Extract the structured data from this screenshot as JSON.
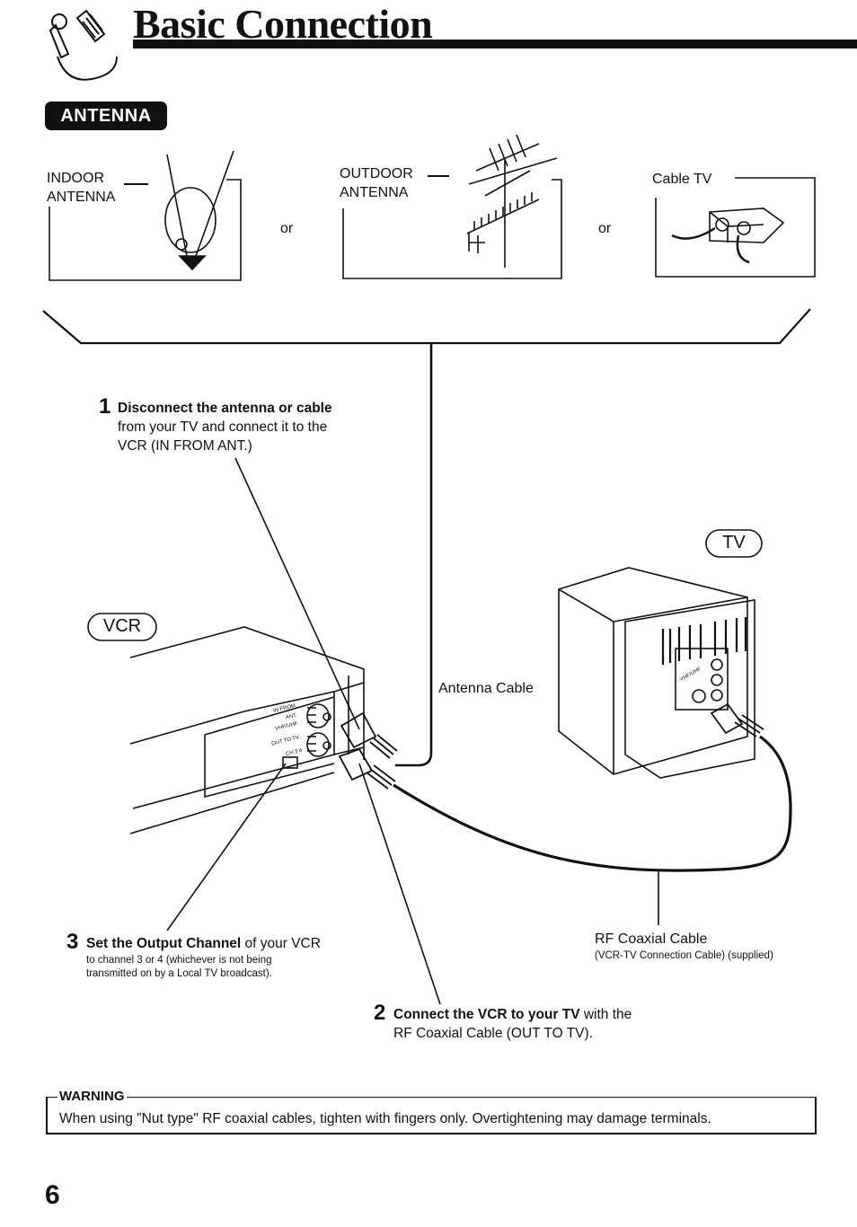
{
  "header": {
    "title": "Basic Connection"
  },
  "section": {
    "badge": "ANTENNA"
  },
  "antennas": {
    "indoor": "INDOOR\nANTENNA",
    "outdoor": "OUTDOOR\nANTENNA",
    "cable": "Cable TV",
    "or1": "or",
    "or2": "or"
  },
  "devices": {
    "vcr": "VCR",
    "tv": "TV"
  },
  "cables": {
    "antenna_cable": "Antenna Cable",
    "rf_title": "RF Coaxial Cable",
    "rf_sub": "(VCR-TV Connection Cable) (supplied)"
  },
  "vcr_panel": {
    "in_from": "IN FROM",
    "ant": "ANT.",
    "vhf": "VHF/UHF",
    "out_to": "OUT TO TV",
    "ch": "CH 3  4"
  },
  "tv_panel": {
    "vhf": "VHF/UHF"
  },
  "steps": {
    "s1": {
      "num": "1",
      "bold": "Disconnect the antenna or cable",
      "text": " from your TV and connect it to the VCR (IN FROM ANT.)"
    },
    "s2": {
      "num": "2",
      "bold": "Connect the VCR to your TV",
      "text": " with the RF Coaxial Cable (OUT TO TV)."
    },
    "s3": {
      "num": "3",
      "bold": "Set the Output Channel",
      "text": " of your VCR",
      "sub": "to channel 3 or 4 (whichever is not being transmitted on by a Local TV broadcast)."
    }
  },
  "warning": {
    "title": "WARNING",
    "text": "When using \"Nut type\" RF coaxial cables, tighten with fingers only. Overtightening may damage terminals."
  },
  "page": {
    "number": "6"
  }
}
